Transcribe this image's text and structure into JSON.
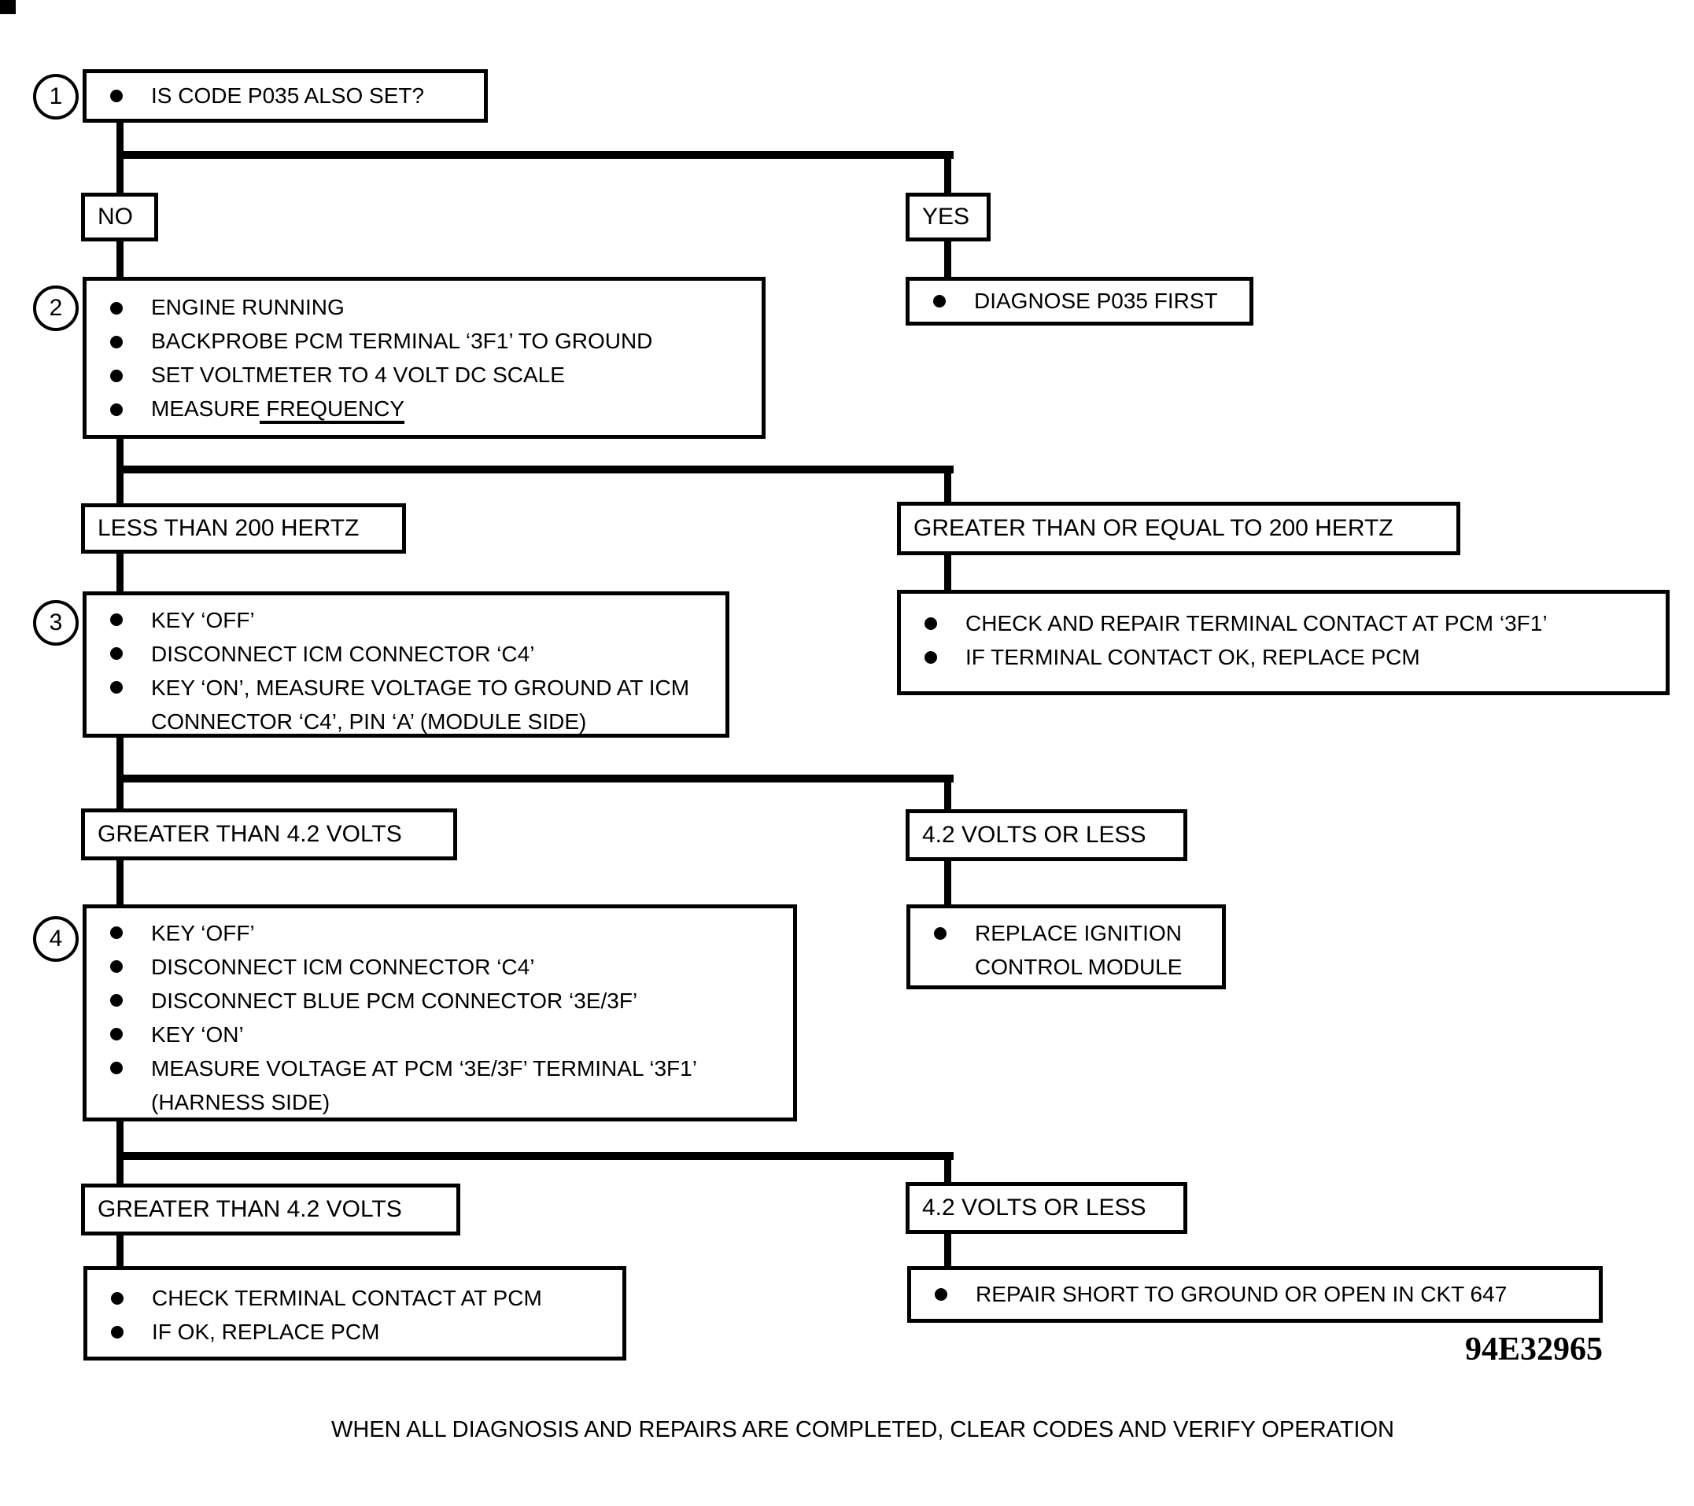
{
  "colors": {
    "ink": "#000000",
    "paper": "#ffffff"
  },
  "step1": {
    "number": "1",
    "text": "IS CODE P035 ALSO SET?"
  },
  "branch1": {
    "no": "NO",
    "yes": "YES"
  },
  "step2": {
    "number": "2",
    "items": [
      "ENGINE RUNNING",
      "BACKPROBE PCM TERMINAL ‘3F1’ TO GROUND",
      "SET VOLTMETER TO 4 VOLT DC SCALE"
    ],
    "measure": {
      "prefix": "MEASURE",
      "underlined": " FREQUENCY"
    }
  },
  "diagnose_first": {
    "text": "DIAGNOSE P035 FIRST"
  },
  "branch2": {
    "left": "LESS THAN 200 HERTZ",
    "right": "GREATER THAN OR EQUAL TO 200 HERTZ"
  },
  "check_repair": {
    "items": [
      "CHECK AND REPAIR TERMINAL CONTACT AT PCM ‘3F1’",
      "IF TERMINAL CONTACT OK, REPLACE PCM"
    ]
  },
  "step3": {
    "number": "3",
    "items": [
      "KEY ‘OFF’",
      "DISCONNECT ICM CONNECTOR ‘C4’",
      "KEY ‘ON’, MEASURE VOLTAGE TO GROUND AT ICM CONNECTOR ‘C4’, PIN ‘A’ (MODULE SIDE)"
    ]
  },
  "branch3": {
    "left": "GREATER THAN 4.2 VOLTS",
    "right": "4.2 VOLTS OR LESS"
  },
  "replace_icm": {
    "text": "REPLACE IGNITION CONTROL MODULE"
  },
  "step4": {
    "number": "4",
    "items": [
      "KEY ‘OFF’",
      "DISCONNECT ICM CONNECTOR ‘C4’",
      "DISCONNECT BLUE PCM CONNECTOR ‘3E/3F’",
      "KEY ‘ON’",
      "MEASURE VOLTAGE AT PCM ‘3E/3F’ TERMINAL ‘3F1’ (HARNESS SIDE)"
    ]
  },
  "branch4": {
    "left": "GREATER THAN 4.2 VOLTS",
    "right": "4.2 VOLTS OR LESS"
  },
  "check_terminal": {
    "items": [
      "CHECK TERMINAL CONTACT AT PCM",
      "IF OK, REPLACE PCM"
    ]
  },
  "repair_short": {
    "text": "REPAIR SHORT TO GROUND OR OPEN IN CKT 647"
  },
  "figure_number": "94E32965",
  "footer": {
    "text": "WHEN ALL DIAGNOSIS AND REPAIRS ARE COMPLETED, CLEAR CODES AND VERIFY OPERATION"
  }
}
